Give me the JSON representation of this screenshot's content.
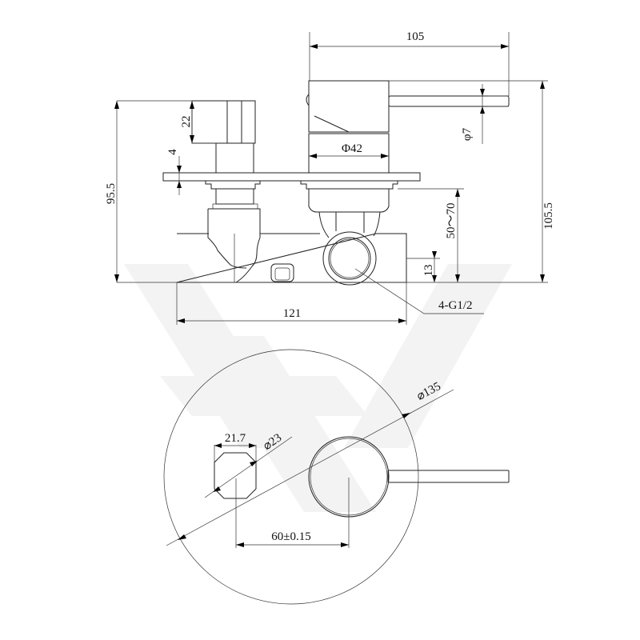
{
  "drawing": {
    "side_view": {
      "dim_handle_width": "105",
      "dim_knob_height": "22",
      "dim_plate_thickness": "4",
      "dim_total_height_left": "95.5",
      "dim_total_height_right": "105.5",
      "dim_lever_diameter": "φ7",
      "dim_body_diameter": "Φ42",
      "dim_install_depth": "50～70",
      "dim_port_height": "13",
      "dim_body_width": "121",
      "port_callout": "4-G1/2"
    },
    "front_view": {
      "dim_knob_width": "21.7",
      "dim_knob_diameter": "⌀23",
      "dim_plate_diameter": "⌀135",
      "dim_center_distance": "60±0.15"
    },
    "colors": {
      "line": "#222222",
      "watermark": "#f3f3f3",
      "background": "#ffffff"
    }
  }
}
